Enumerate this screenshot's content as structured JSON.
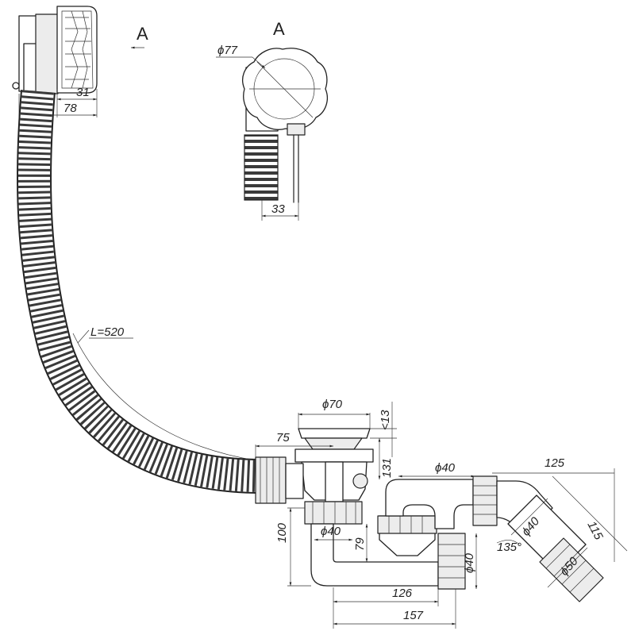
{
  "view_labels": {
    "section_marker": "A",
    "section_view": "A"
  },
  "dimensions": {
    "overflow_depth": "31",
    "overflow_width": "78",
    "overflow_diameter": "ϕ77",
    "overflow_hose": "33",
    "hose_length": "L=520",
    "drain_plug_diameter": "ϕ70",
    "plug_lift": "<13",
    "drain_offset": "75",
    "drain_depth": "131",
    "branch_pipe_diameter": "ϕ40",
    "elbow_length": "125",
    "elbow_depth": "115",
    "elbow_outlet_diameter": "ϕ40",
    "elbow_angle": "135°",
    "elbow_end_diameter": "ϕ50",
    "siphon_height": "100",
    "siphon_inlet_diameter": "ϕ40",
    "siphon_water_seal": "79",
    "outlet_diameter": "ϕ40",
    "trap_width": "126",
    "overall_width": "157"
  }
}
